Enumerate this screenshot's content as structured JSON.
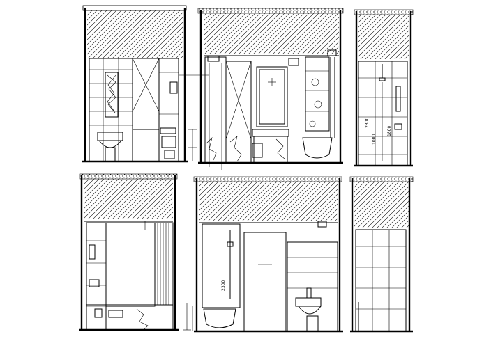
{
  "drawing": {
    "background": "#ffffff",
    "line_color": "#000000",
    "panels": [
      {
        "id": "elevation-1",
        "dims": []
      },
      {
        "id": "elevation-2",
        "dims": []
      },
      {
        "id": "elevation-3",
        "dims": [
          "2300",
          "1000",
          "1800"
        ]
      },
      {
        "id": "elevation-4",
        "dims": []
      },
      {
        "id": "elevation-5",
        "dims": [
          "2300"
        ]
      },
      {
        "id": "elevation-6",
        "dims": []
      }
    ]
  }
}
